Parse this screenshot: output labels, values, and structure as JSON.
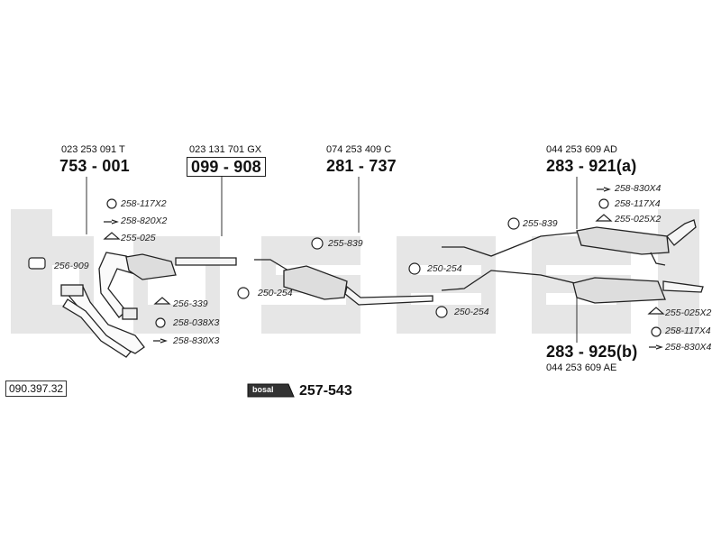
{
  "diagram": {
    "brand_watermark": "bosal",
    "reference_number": "090.397.32",
    "kit": {
      "badge": "bosal",
      "number": "257-543"
    },
    "components": [
      {
        "oem": "023 253 091 T",
        "part": "753 - 001",
        "accessories": [
          "258-117X2",
          "258-820X2",
          "255-025"
        ]
      },
      {
        "oem": "023 131 701 GX",
        "part": "099 - 908"
      },
      {
        "oem": "074 253 409 C",
        "part": "281 - 737"
      },
      {
        "oem": "044 253 609 AD",
        "part": "283 - 921(a)",
        "accessories": [
          "258-830X4",
          "258-117X4",
          "255-025X2"
        ]
      },
      {
        "oem": "044 253 609 AE",
        "part": "283 - 925(b)",
        "accessories": [
          "255-025X2",
          "258-117X4",
          "258-830X4"
        ]
      }
    ],
    "fittings": {
      "manifold_gasket": "256-909",
      "downpipe_gasket": "256-339",
      "downpipe_bolts": "258-038X3",
      "downpipe_springs": "258-830X3",
      "clamp_a": "250-254",
      "ring_a": "255-839",
      "clamp_b": "250-254",
      "ring_b": "255-839",
      "clamp_c": "250-254"
    }
  }
}
